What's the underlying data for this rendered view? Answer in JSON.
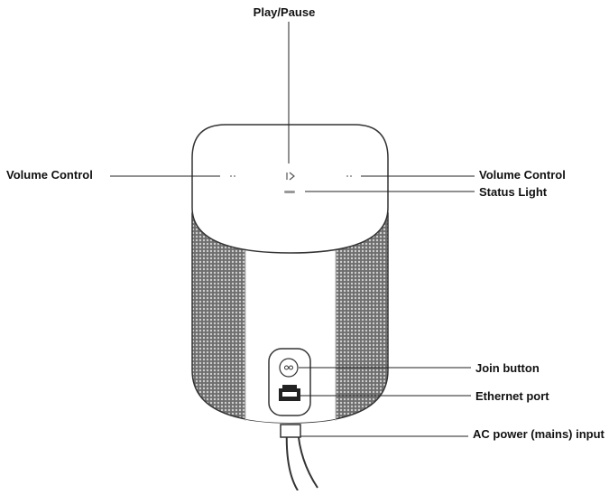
{
  "diagram": {
    "labels": {
      "play_pause": "Play/Pause",
      "volume_left": "Volume Control",
      "volume_right": "Volume Control",
      "status_light": "Status Light",
      "join_button": "Join button",
      "ethernet_port": "Ethernet port",
      "ac_power": "AC power (mains) input"
    },
    "colors": {
      "outline": "#333333",
      "grille": "#9a9a9a",
      "grille_background": "#6e6e6e",
      "callout_line": "#222222",
      "text": "#111111"
    },
    "icons": [
      "play-pause-icon",
      "volume-dots-icon",
      "status-light-icon",
      "join-icon",
      "ethernet-port-icon"
    ]
  }
}
